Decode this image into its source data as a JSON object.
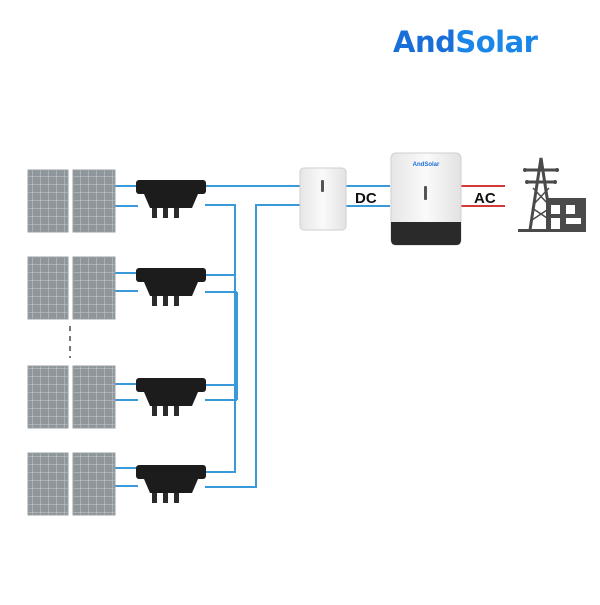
{
  "brand": {
    "name_part1": "And",
    "name_part2": "Solar",
    "color_primary": "#1a6ed8",
    "color_secondary": "#1a86e8"
  },
  "labels": {
    "dc": "DC",
    "ac": "AC"
  },
  "device_logo": "AndSolar",
  "colors": {
    "dc_wire": "#3a9ad9",
    "ac_wire": "#d23a3a",
    "panel": "#8e9498",
    "panel_cell_line": "#c9cdd0",
    "junction_box": "#1c1c1c",
    "device_body": "#f4f4f4",
    "device_bottom": "#2a2a2a",
    "grid_icon": "#4a4a4a"
  },
  "icons": {
    "grid": "power-grid-building-icon",
    "panel": "solar-panel-icon",
    "combiner": "junction-box-icon",
    "meter": "dc-switch-box-icon",
    "inverter": "inverter-icon"
  }
}
